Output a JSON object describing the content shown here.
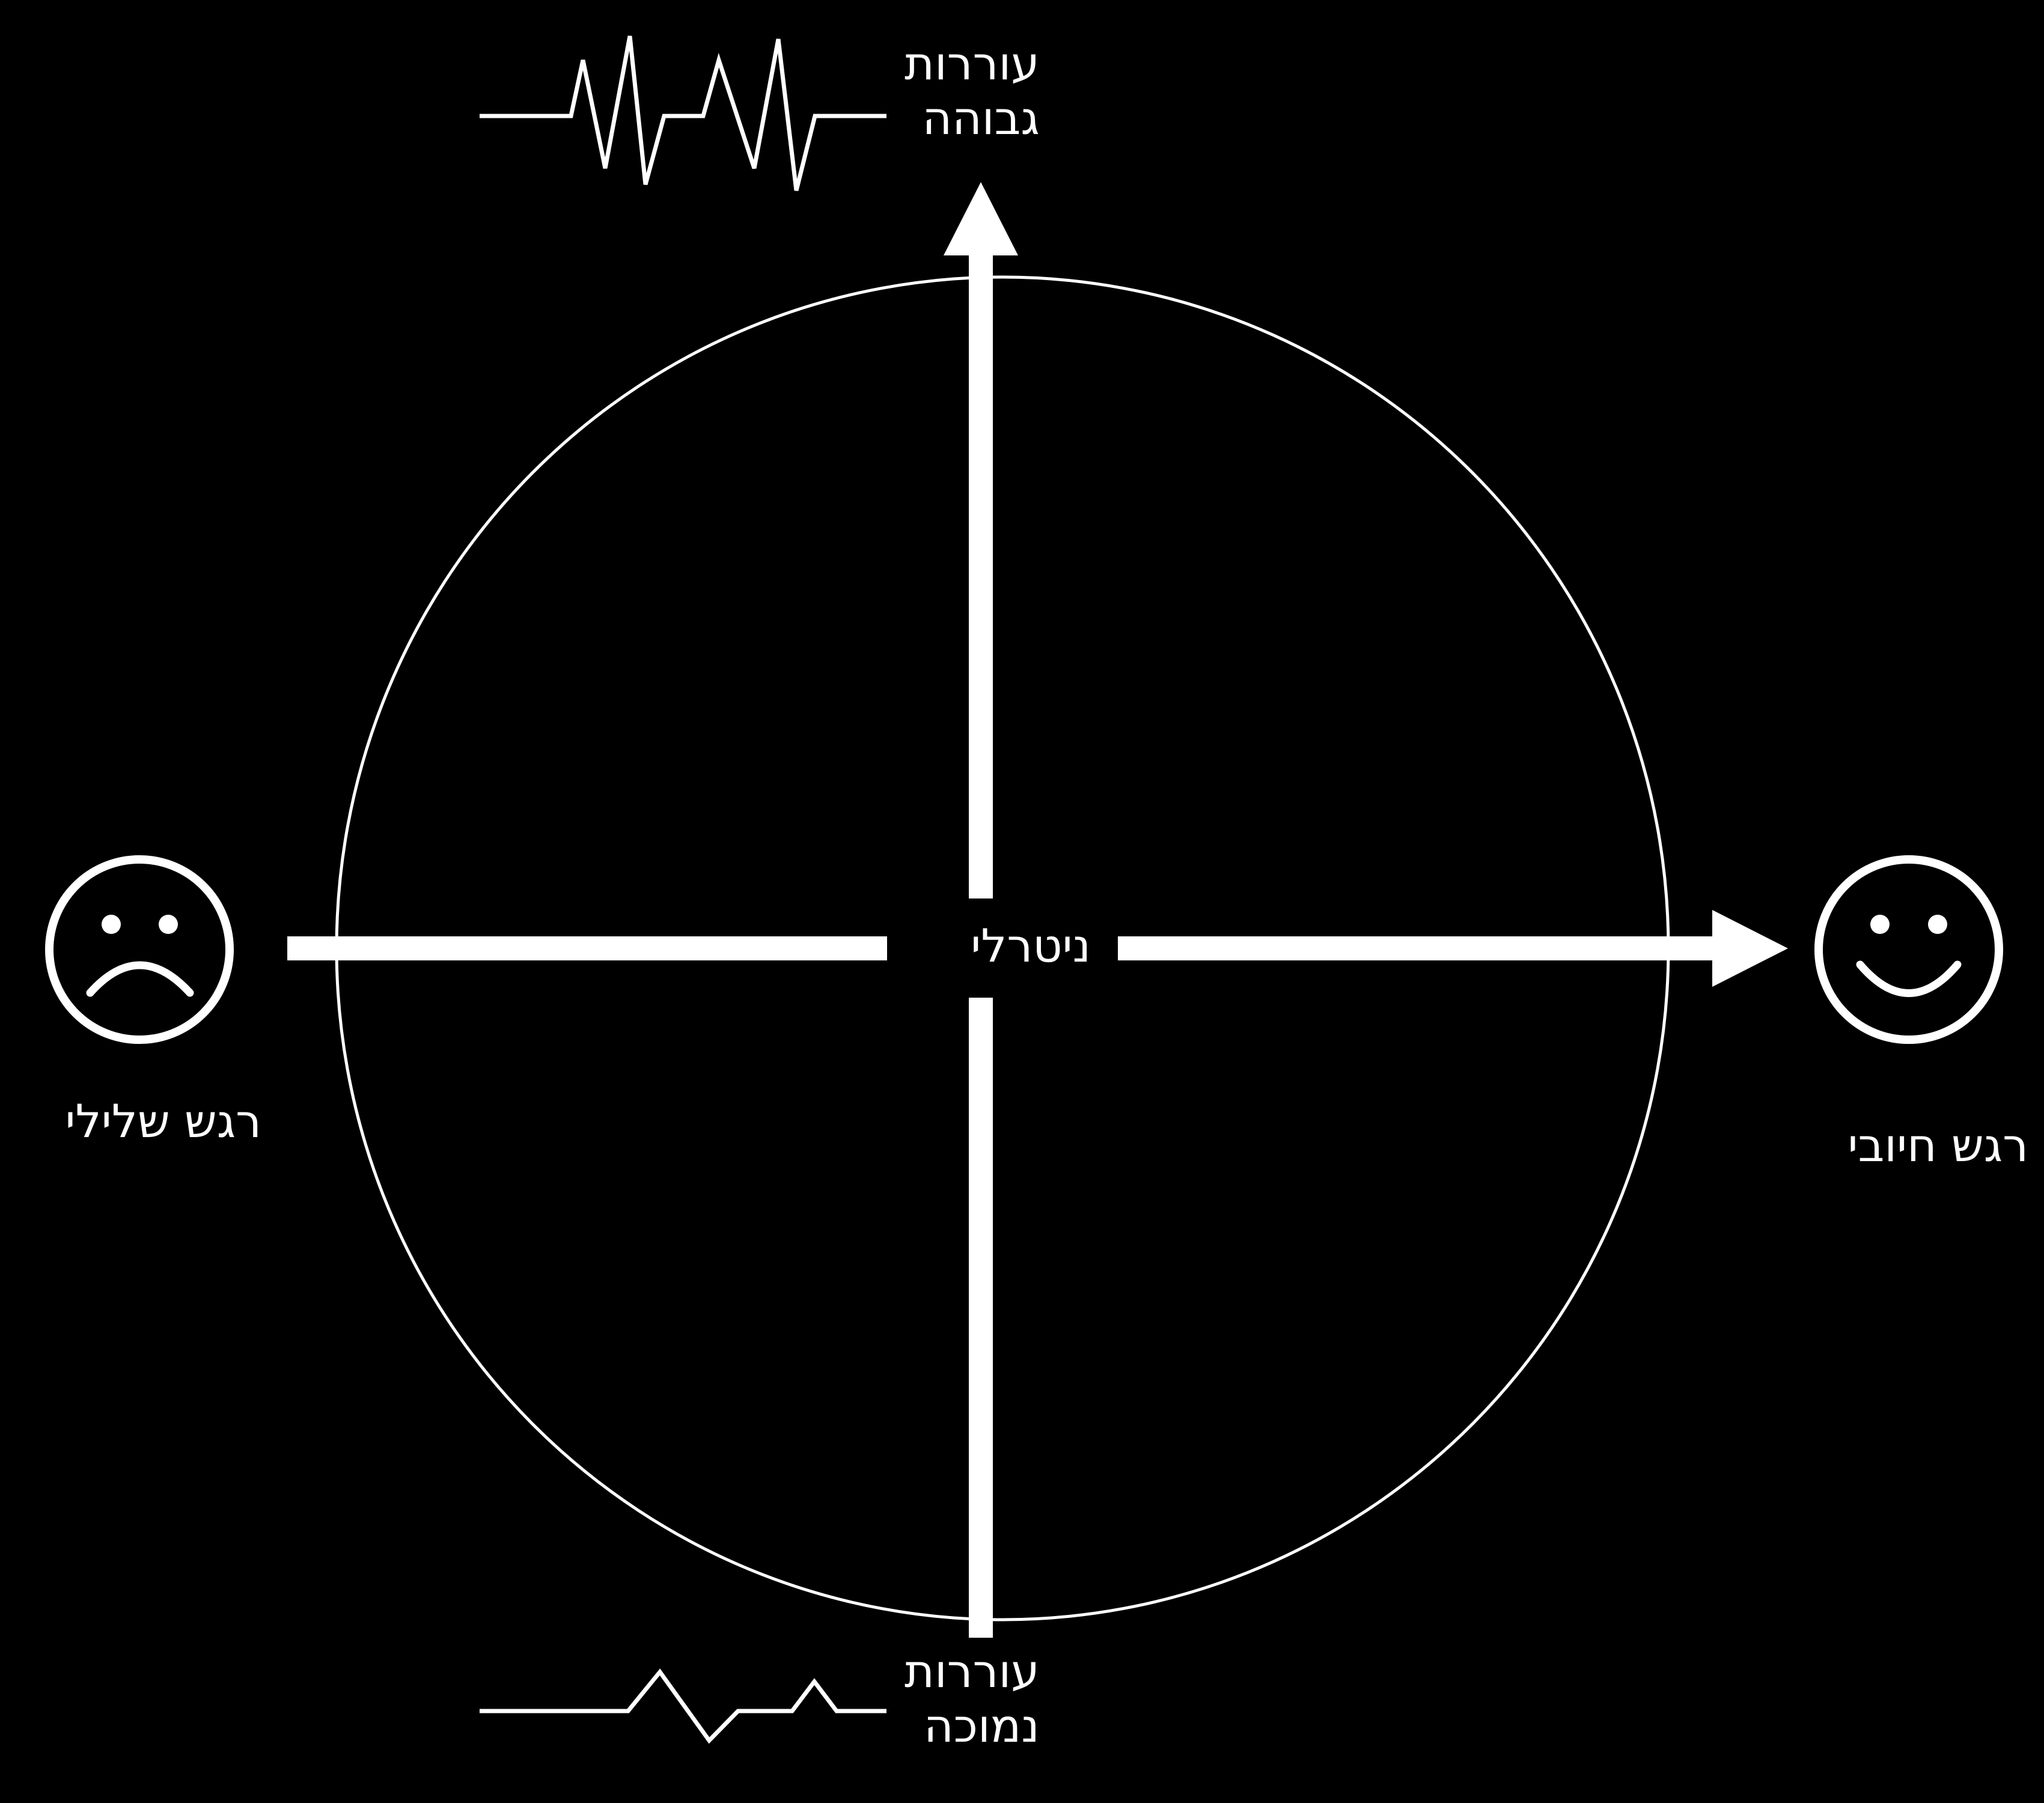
{
  "colors": {
    "background": "#000000",
    "foreground": "#ffffff"
  },
  "axes": {
    "vertical": {
      "top_label": [
        "עוררות",
        "גבוהה"
      ],
      "bottom_label": [
        "עוררות",
        "נמוכה"
      ]
    },
    "horizontal": {
      "left_label": "רגש שלילי",
      "right_label": "רגש חיובי"
    },
    "center_label": "ניטרלי"
  },
  "icons": {
    "left": "sad-face-icon",
    "right": "happy-face-icon",
    "top": "high-arousal-wave-icon",
    "bottom": "low-arousal-wave-icon"
  }
}
